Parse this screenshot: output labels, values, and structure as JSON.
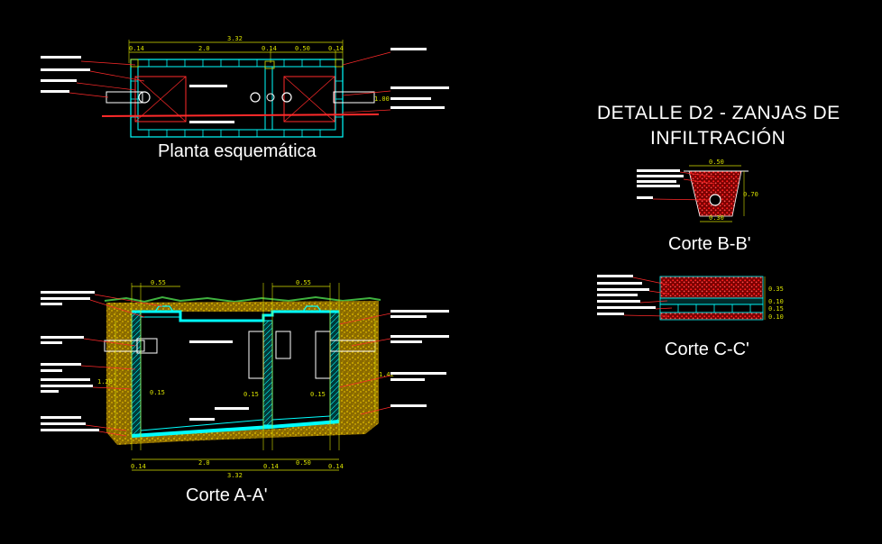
{
  "title": {
    "line1": "DETALLE D2 - ZANJAS DE",
    "line2": "INFILTRACIÓN"
  },
  "captions": {
    "planta": "Planta esquemática",
    "corte_aa": "Corte A-A'",
    "corte_bb": "Corte B-B'",
    "corte_cc": "Corte C-C'"
  },
  "dimensions": {
    "planta": {
      "total": "3.32",
      "left_wall": "0.14",
      "chamber1": "2.0",
      "mid_wall": "0.14",
      "chamber2": "0.50",
      "right_wall": "0.14",
      "height": "1.00"
    },
    "corte_aa": {
      "top_left": "0.55",
      "top_right": "0.55",
      "left_height": "1.20",
      "right_height": "1.42",
      "pipe_left": "0.15",
      "pipe_mid": "0.15",
      "pipe_right": "0.15",
      "bottom_left_wall": "0.14",
      "bottom_chamber1": "2.0",
      "bottom_mid_wall": "0.14",
      "bottom_chamber2": "0.50",
      "bottom_right_wall": "0.14",
      "bottom_total": "3.32"
    },
    "corte_bb": {
      "top": "0.50",
      "bottom": "0.30",
      "height": "0.70"
    },
    "corte_cc": {
      "layer1": "0.35",
      "layer2": "0.10",
      "layer3": "0.15",
      "layer4": "0.10"
    }
  },
  "colors": {
    "background": "#000000",
    "wall": "#00ffff",
    "soil": "#d4b000",
    "gravel": "#ff1a1a",
    "dimension": "#d8e000",
    "leader": "#ff2a2a",
    "grass": "#3fb23f",
    "text": "#ffffff"
  }
}
